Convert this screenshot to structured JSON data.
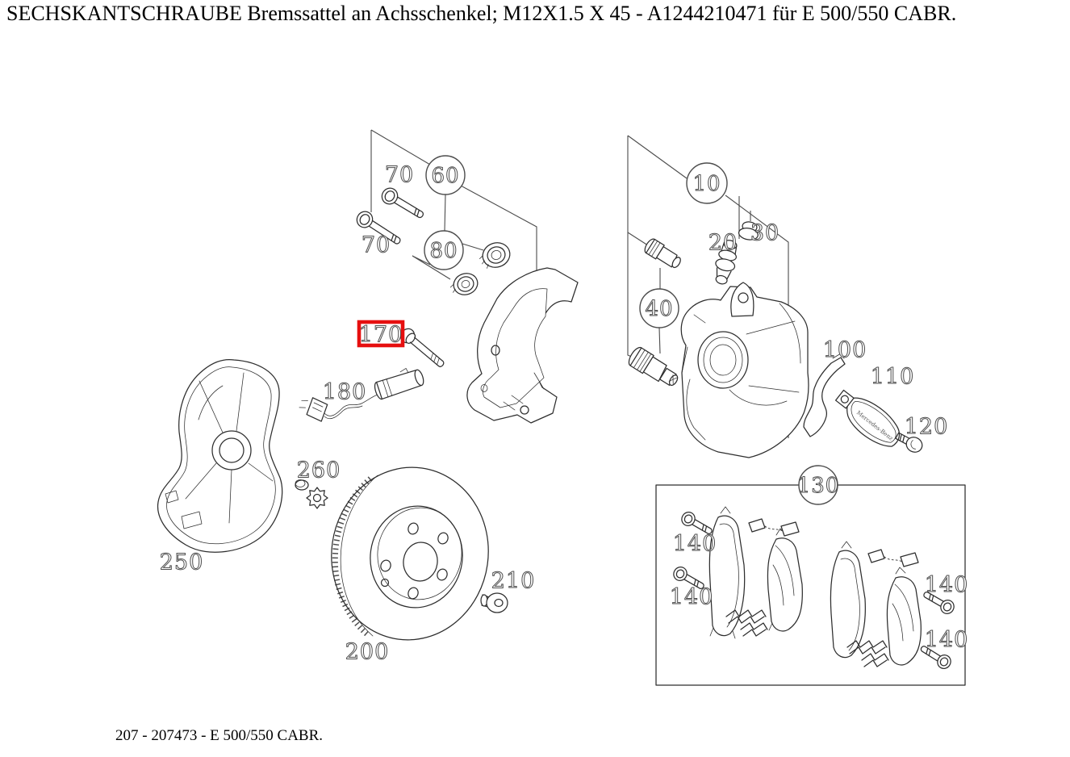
{
  "page": {
    "title": "SECHSKANTSCHRAUBE Bremssattel an Achsschenkel; M12X1.5 X 45 - A1244210471 für E 500/550 CABR.",
    "footer": "207 - 207473 - E 500/550 CABR."
  },
  "diagram": {
    "line_color": "#2e2e2e",
    "highlight_color": "#e60f0f",
    "pad_brand_text": "Mercedes-Benz",
    "callouts": {
      "c10": "10",
      "c20": "20",
      "c30": "30",
      "c40": "40",
      "c60": "60",
      "c70a": "70",
      "c70b": "70",
      "c80": "80",
      "c100": "100",
      "c110": "110",
      "c120": "120",
      "c130": "130",
      "c140a": "140",
      "c140b": "140",
      "c140c": "140",
      "c140d": "140",
      "c170": "170",
      "c180": "180",
      "c200": "200",
      "c210": "210",
      "c250": "250",
      "c260": "260"
    }
  }
}
